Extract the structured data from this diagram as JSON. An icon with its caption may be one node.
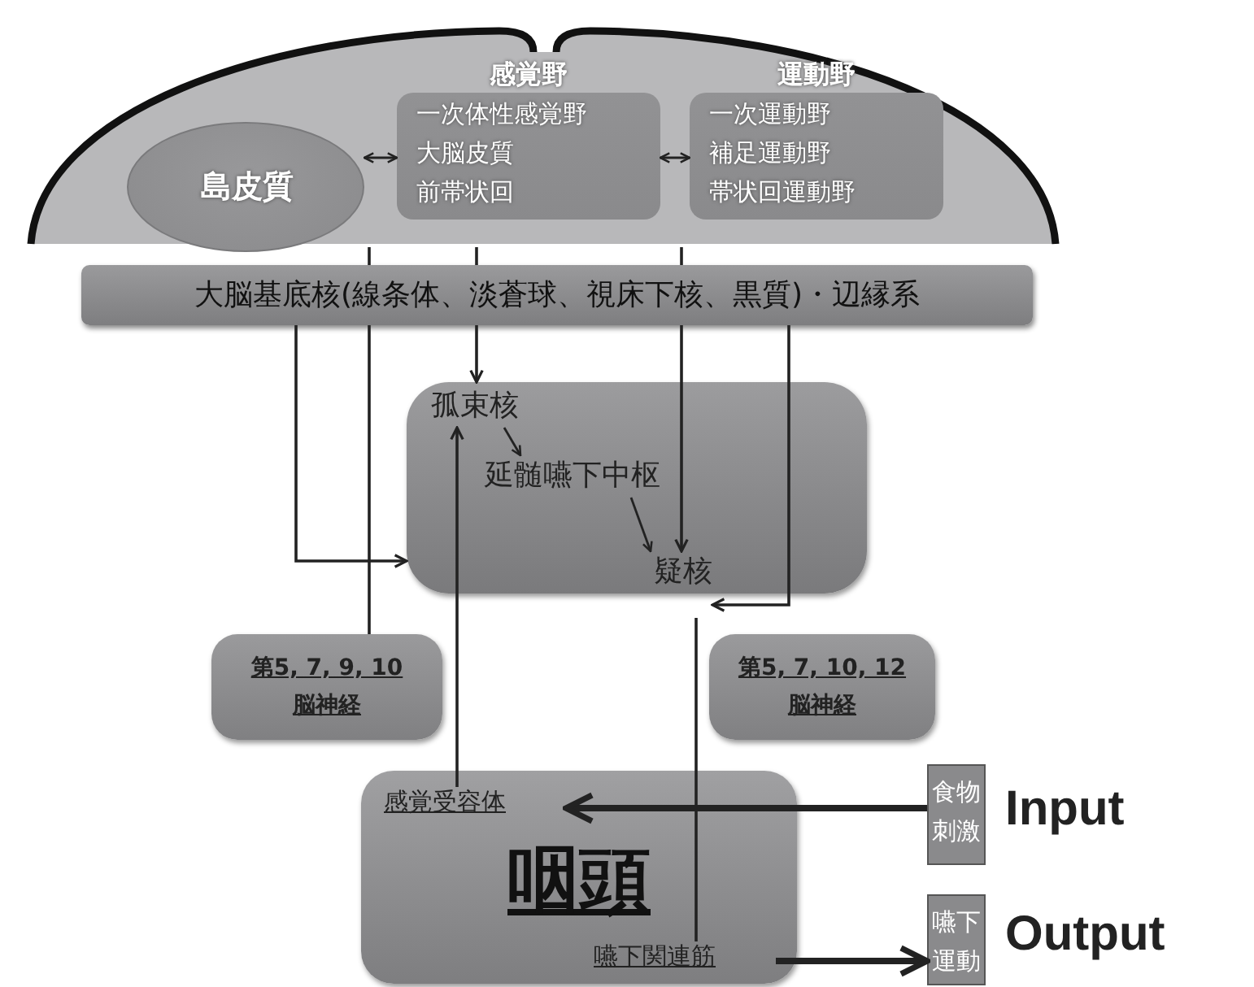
{
  "diagram": {
    "nodes": [
      {
        "text": [],
        "shape": "dome"
      },
      {
        "text": [
          "島皮質"
        ],
        "in": 0
      },
      {
        "text": [
          "感覚野",
          "一次体性感覚野",
          "大脳皮質",
          "前帯状回"
        ],
        "in": 0
      },
      {
        "text": [
          "運動野",
          "一次運動野",
          "補足運動野",
          "帯状回運動野"
        ],
        "in": 0
      },
      {
        "text": [
          "大脳基底核(線条体、淡蒼球、視床下核、黒質)・辺縁系"
        ]
      },
      {
        "text": [],
        "shape": "box"
      },
      {
        "text": [
          "孤束核"
        ],
        "in": 5
      },
      {
        "text": [
          "延髄嚥下中枢"
        ],
        "in": 5
      },
      {
        "text": [
          "疑核"
        ],
        "in": 5
      },
      {
        "text": [
          "第5, 7, 9, 10 脳神経"
        ]
      },
      {
        "text": [
          "第5, 7, 10, 12 脳神経"
        ]
      },
      {
        "text": [
          "咽頭"
        ]
      },
      {
        "text": [
          "感覚受容体"
        ],
        "in": 11
      },
      {
        "text": [
          "嚥下関連筋"
        ],
        "in": 11
      },
      {
        "text": [
          "食物刺激"
        ],
        "beside": [
          "Input"
        ]
      },
      {
        "text": [
          "嚥下運動"
        ],
        "beside": [
          "Output"
        ]
      }
    ],
    "edges": [
      {
        "from": 1,
        "to": 2,
        "arrow": "both"
      },
      {
        "from": 2,
        "to": 3,
        "arrow": "both"
      },
      {
        "from": 0,
        "to": 4,
        "arrow": "none"
      },
      {
        "from": 0,
        "to": 4,
        "arrow": "none"
      },
      {
        "from": 0,
        "to": 4,
        "arrow": "none"
      },
      {
        "from": 4,
        "to": 9,
        "arrow": "none"
      },
      {
        "from": 4,
        "to": 5,
        "arrow": "to"
      },
      {
        "from": 4,
        "to": 8,
        "arrow": "to"
      },
      {
        "from": 4,
        "to": 5,
        "arrow": "to"
      },
      {
        "from": 4,
        "to": 8,
        "arrow": "to"
      },
      {
        "from": 8,
        "to": 13,
        "arrow": "none"
      },
      {
        "from": 12,
        "to": 6,
        "arrow": "to"
      },
      {
        "from": 14,
        "to": 12,
        "arrow": "to",
        "style": "thick"
      },
      {
        "from": 13,
        "to": 15,
        "arrow": "to",
        "style": "thick"
      },
      {
        "from": 6,
        "to": 7,
        "arrow": "to"
      },
      {
        "from": 7,
        "to": 8,
        "arrow": "to"
      }
    ]
  }
}
